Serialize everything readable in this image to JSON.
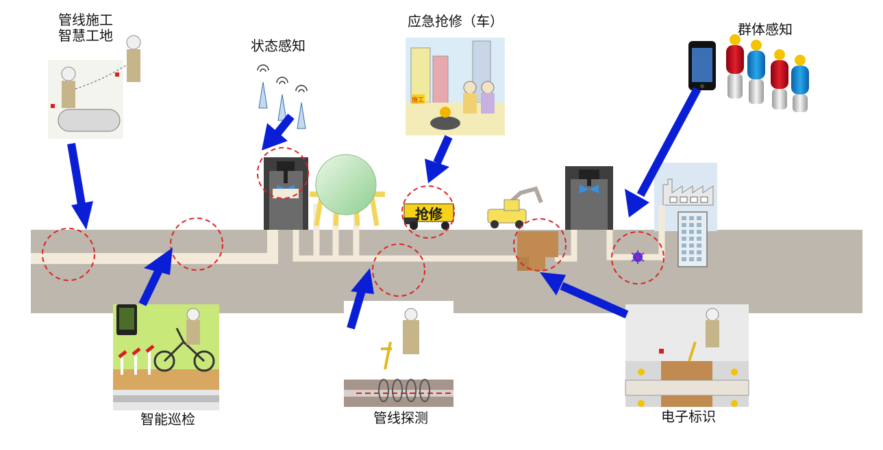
{
  "labels": {
    "construction_line1": "管线施工",
    "construction_line2": "智慧工地",
    "status_sensing": "状态感知",
    "emergency_repair": "应急抢修（车）",
    "crowd_sensing": "群体感知",
    "smart_patrol": "智能巡检",
    "pipe_detection": "管线探测",
    "electronic_marker": "电子标识",
    "repair_sign": "抢修",
    "construction_sign": "施工"
  },
  "colors": {
    "ground": "#bdb7ae",
    "pipe": "#f3ead9",
    "arrow": "#0a1ed6",
    "dashed_circle": "#e02020",
    "tank": "#bfe4bf",
    "tank_leg": "#f2d65a",
    "valve": "#3a8fe0",
    "vault": "#c08a50"
  },
  "icons": {
    "workers": "construction-workers-icon",
    "antenna": "wireless-antenna-icon",
    "city": "emergency-city-scene-icon",
    "phone": "smartphone-icon",
    "people": "crowd-people-icon",
    "bike": "patrol-bicycle-icon",
    "detector": "pipe-detector-icon",
    "marker": "electronic-marker-icon",
    "factory": "factory-icon",
    "building": "office-building-icon",
    "excavator": "excavator-icon",
    "truck": "repair-truck-icon",
    "gas_tank": "gas-tank-icon"
  }
}
